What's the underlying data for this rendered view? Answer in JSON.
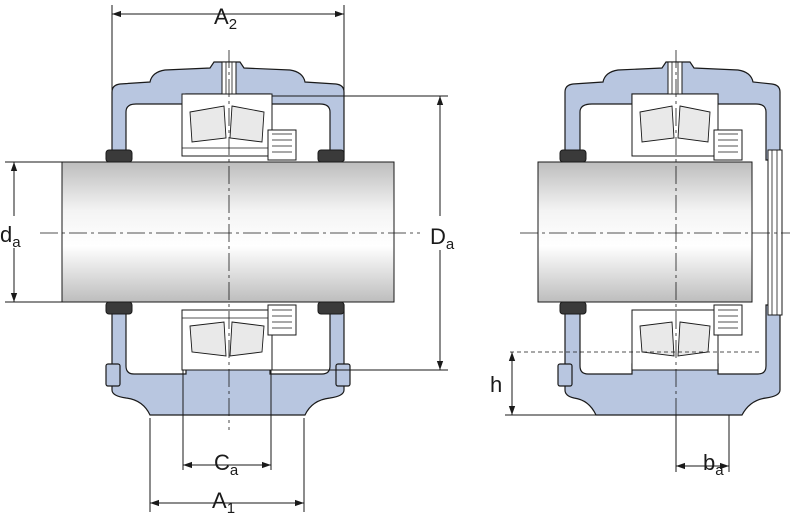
{
  "colors": {
    "housing": "#b8c6e0",
    "shaft_light": "#f4f4f4",
    "shaft_dark": "#bdbdbd",
    "line": "#1a1a1a",
    "seal": "#3a3a3a"
  },
  "labels": {
    "a2": {
      "main": "A",
      "sub": "2"
    },
    "da_shaft": {
      "main": "d",
      "sub": "a"
    },
    "da_housing": {
      "main": "D",
      "sub": "a"
    },
    "ca": {
      "main": "C",
      "sub": "a"
    },
    "a1": {
      "main": "A",
      "sub": "1"
    },
    "h": {
      "main": "h"
    },
    "ba": {
      "main": "b",
      "sub": "a"
    }
  }
}
